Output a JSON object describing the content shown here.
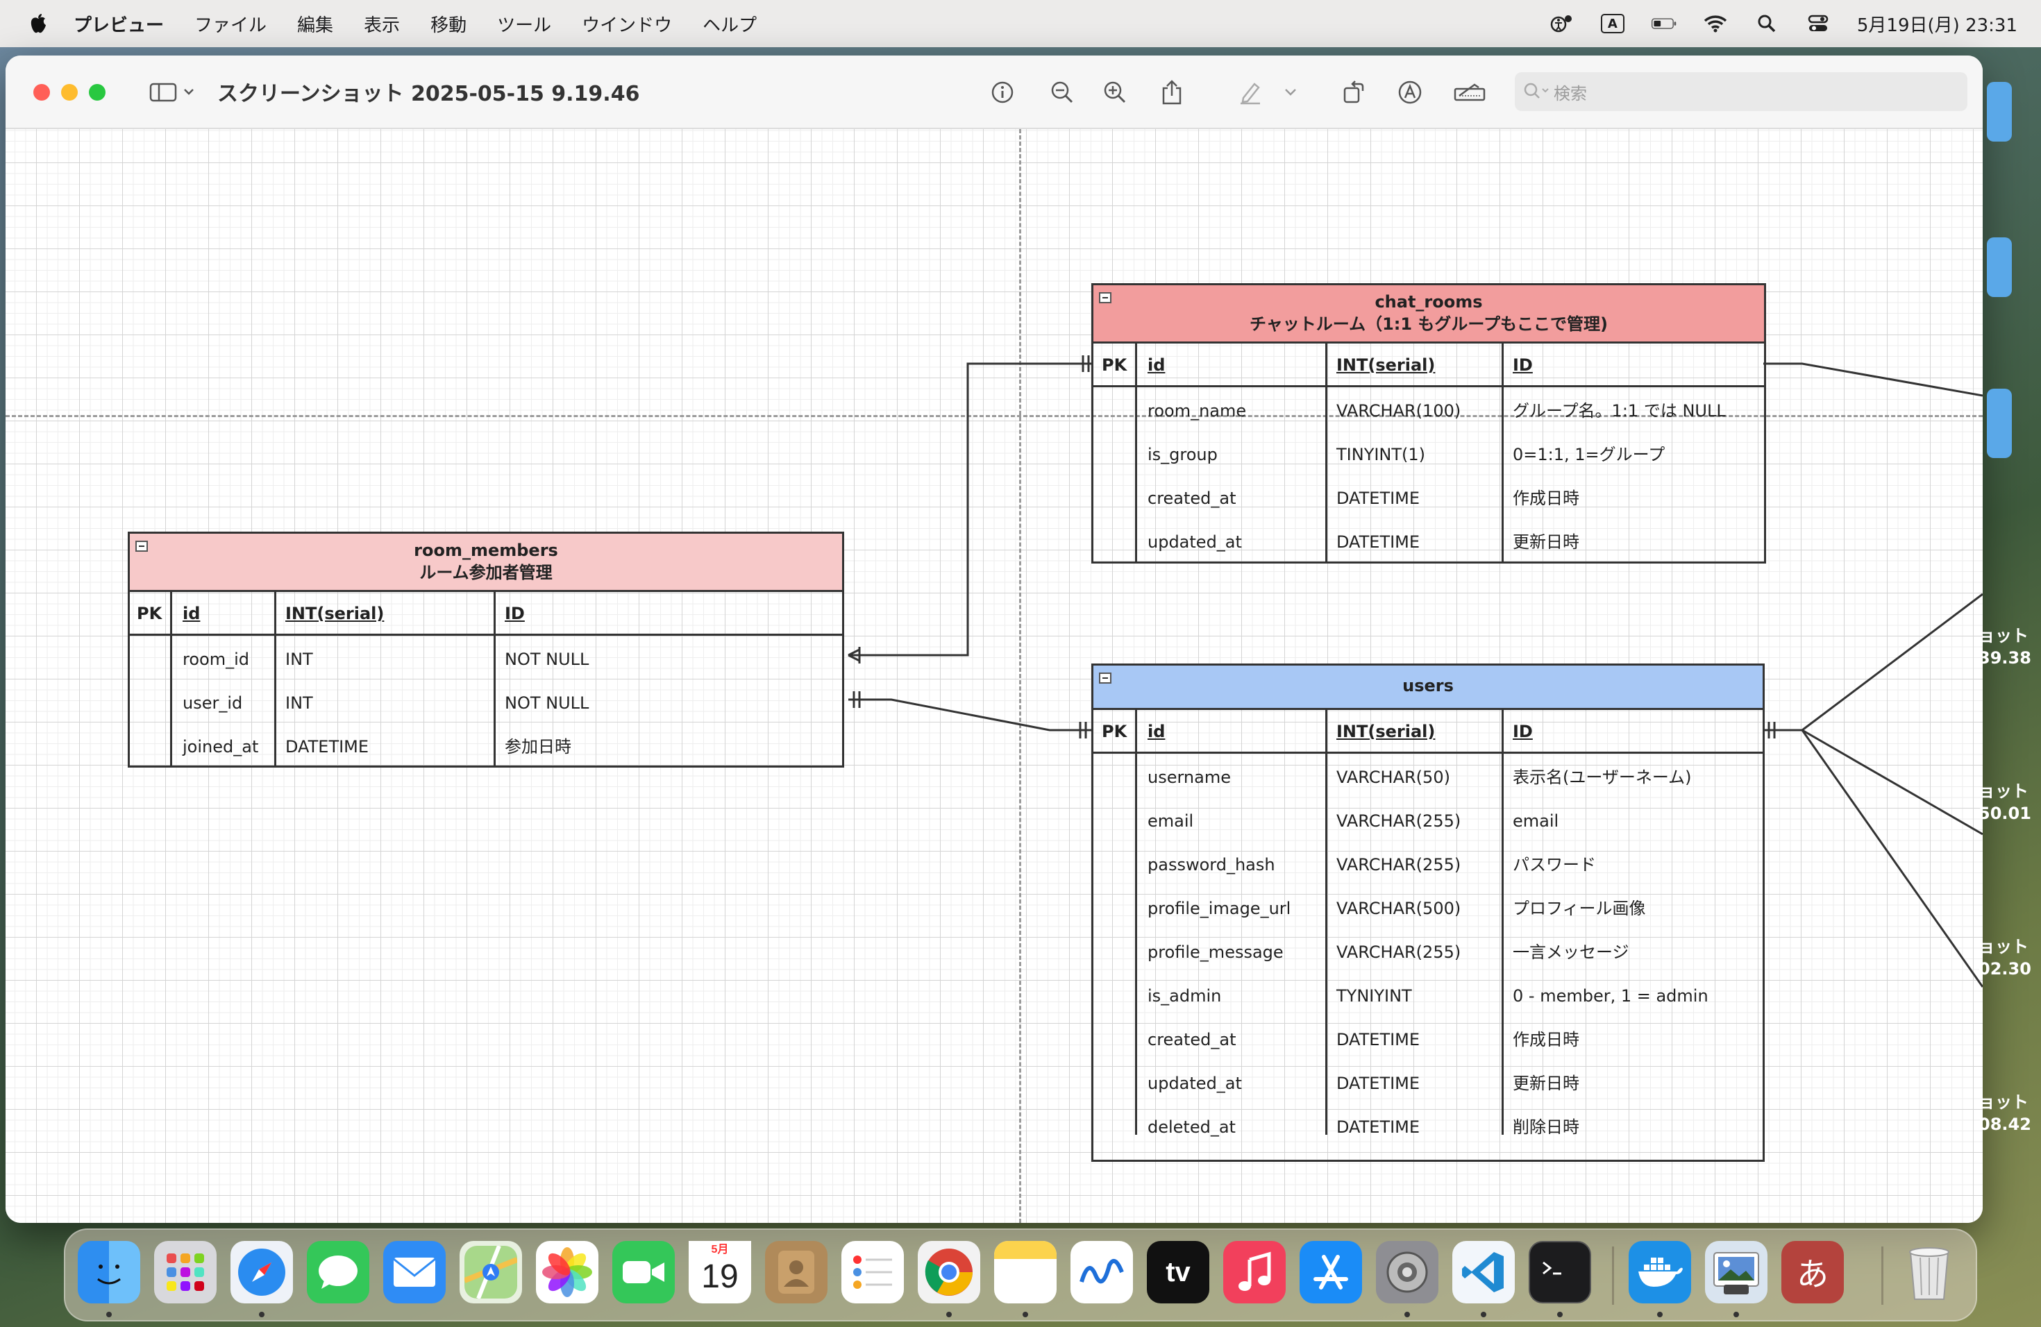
{
  "menubar": {
    "app_name": "プレビュー",
    "items": [
      "ファイル",
      "編集",
      "表示",
      "移動",
      "ツール",
      "ウインドウ",
      "ヘルプ"
    ],
    "datetime": "5月19日(月) 23:31",
    "input_mode": "A"
  },
  "window": {
    "title": "スクリーンショット 2025-05-15 9.19.46",
    "search_placeholder": "検索"
  },
  "tables": {
    "chat_rooms": {
      "name": "chat_rooms",
      "subtitle": "チャットルーム（1:1 もグループもここで管理)",
      "header_color": "#f29d9d",
      "pk": {
        "key": "PK",
        "field": "id",
        "type": "INT(serial)",
        "note": "ID"
      },
      "rows": [
        {
          "field": "room_name",
          "type": "VARCHAR(100)",
          "note": "グループ名。1:1 では NULL"
        },
        {
          "field": "is_group",
          "type": "TINYINT(1)",
          "note": "0=1:1, 1=グループ"
        },
        {
          "field": "created_at",
          "type": "DATETIME",
          "note": "作成日時"
        },
        {
          "field": "updated_at",
          "type": "DATETIME",
          "note": "更新日時"
        }
      ]
    },
    "room_members": {
      "name": "room_members",
      "subtitle": "ルーム参加者管理",
      "header_color": "#f7c9c9",
      "pk": {
        "key": "PK",
        "field": "id",
        "type": "INT(serial)",
        "note": "ID"
      },
      "rows": [
        {
          "field": "room_id",
          "type": "INT",
          "note": "NOT NULL"
        },
        {
          "field": "user_id",
          "type": "INT",
          "note": "NOT NULL"
        },
        {
          "field": "joined_at",
          "type": "DATETIME",
          "note": "参加日時"
        }
      ]
    },
    "users": {
      "name": "users",
      "header_color": "#a8c8f5",
      "pk": {
        "key": "PK",
        "field": "id",
        "type": "INT(serial)",
        "note": "ID"
      },
      "rows": [
        {
          "field": "username",
          "type": "VARCHAR(50)",
          "note": "表示名(ユーザーネーム)"
        },
        {
          "field": "email",
          "type": "VARCHAR(255)",
          "note": "email"
        },
        {
          "field": "password_hash",
          "type": "VARCHAR(255)",
          "note": "パスワード"
        },
        {
          "field": "profile_image_url",
          "type": "VARCHAR(500)",
          "note": "プロフィール画像"
        },
        {
          "field": "profile_message",
          "type": "VARCHAR(255)",
          "note": "一言メッセージ"
        },
        {
          "field": "is_admin",
          "type": "TYNIYINT",
          "note": "0 - member, 1 = admin"
        },
        {
          "field": "created_at",
          "type": "DATETIME",
          "note": "作成日時"
        },
        {
          "field": "updated_at",
          "type": "DATETIME",
          "note": "更新日時"
        },
        {
          "field": "deleted_at",
          "type": "DATETIME",
          "note": "削除日時"
        }
      ]
    }
  },
  "desktop_labels": [
    {
      "l1": "ョット",
      "l2": "39.38"
    },
    {
      "l1": "ョット",
      "l2": "50.01"
    },
    {
      "l1": "ョット",
      "l2": "02.30"
    },
    {
      "l1": "ョット",
      "l2": "08.42"
    }
  ],
  "dock": {
    "calendar_month": "5月",
    "calendar_day": "19",
    "tv_label": "tv",
    "ime_label": "あ"
  }
}
